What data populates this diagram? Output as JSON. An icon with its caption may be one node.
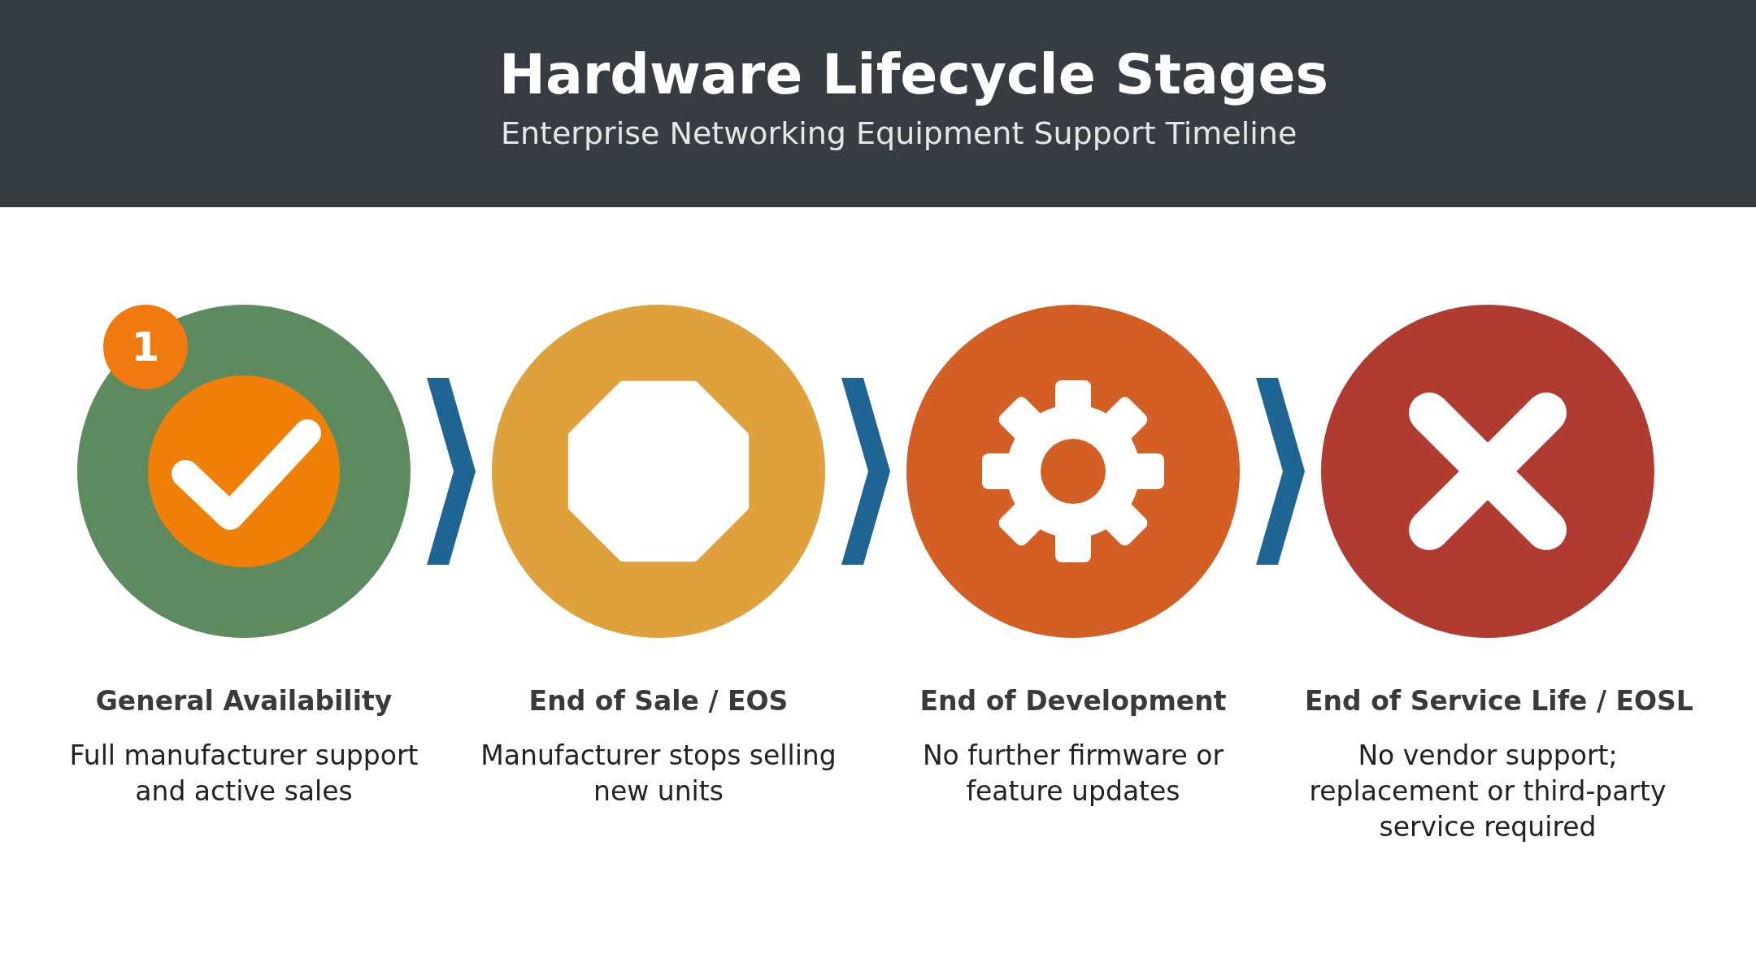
{
  "diagram": {
    "title": "Hardware Lifecycle Stages",
    "nodes": [
      {
        "text": [
          "General Availability",
          "Full manufacturer support and active sales"
        ]
      },
      {
        "text": [
          "End of Sale / EOS",
          "Manufacturer stops selling new units"
        ]
      },
      {
        "text": [
          "End of Development",
          "No further firmware or feature updates"
        ]
      },
      {
        "text": [
          "End of Service Life / EOSL",
          "No vendor support; replacement or third-party service required"
        ]
      }
    ],
    "edges": [
      {
        "from": 0,
        "to": 1,
        "arrow": "to"
      },
      {
        "from": 1,
        "to": 2,
        "arrow": "to"
      },
      {
        "from": 2,
        "to": 3,
        "arrow": "to"
      }
    ],
    "labels": [
      "Enterprise Networking Equipment Support Timeline",
      "1"
    ]
  }
}
